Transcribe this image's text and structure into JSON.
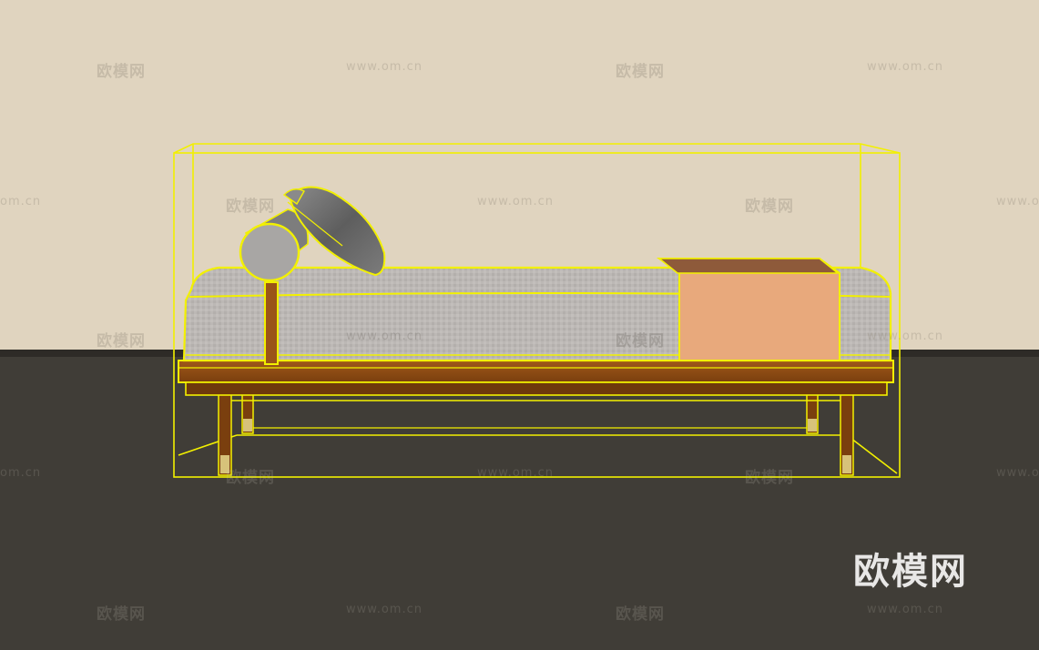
{
  "watermarks": {
    "brand": "欧模网",
    "url": "www.om.cn",
    "url_clipped": "om.cn"
  },
  "logo": {
    "text": "欧模网"
  },
  "colors": {
    "wall": "#e0d4bf",
    "floor": "#403d37",
    "selection_outline": "#f2f000",
    "cushion": "#b9b5b2",
    "wood": "#8a4a12",
    "runner": "#e8a97c",
    "runner_shadow": "#8e5a3a",
    "pillow": "#6f6f6f"
  },
  "scene": {
    "object": "daybed",
    "selection_state": "selected"
  }
}
